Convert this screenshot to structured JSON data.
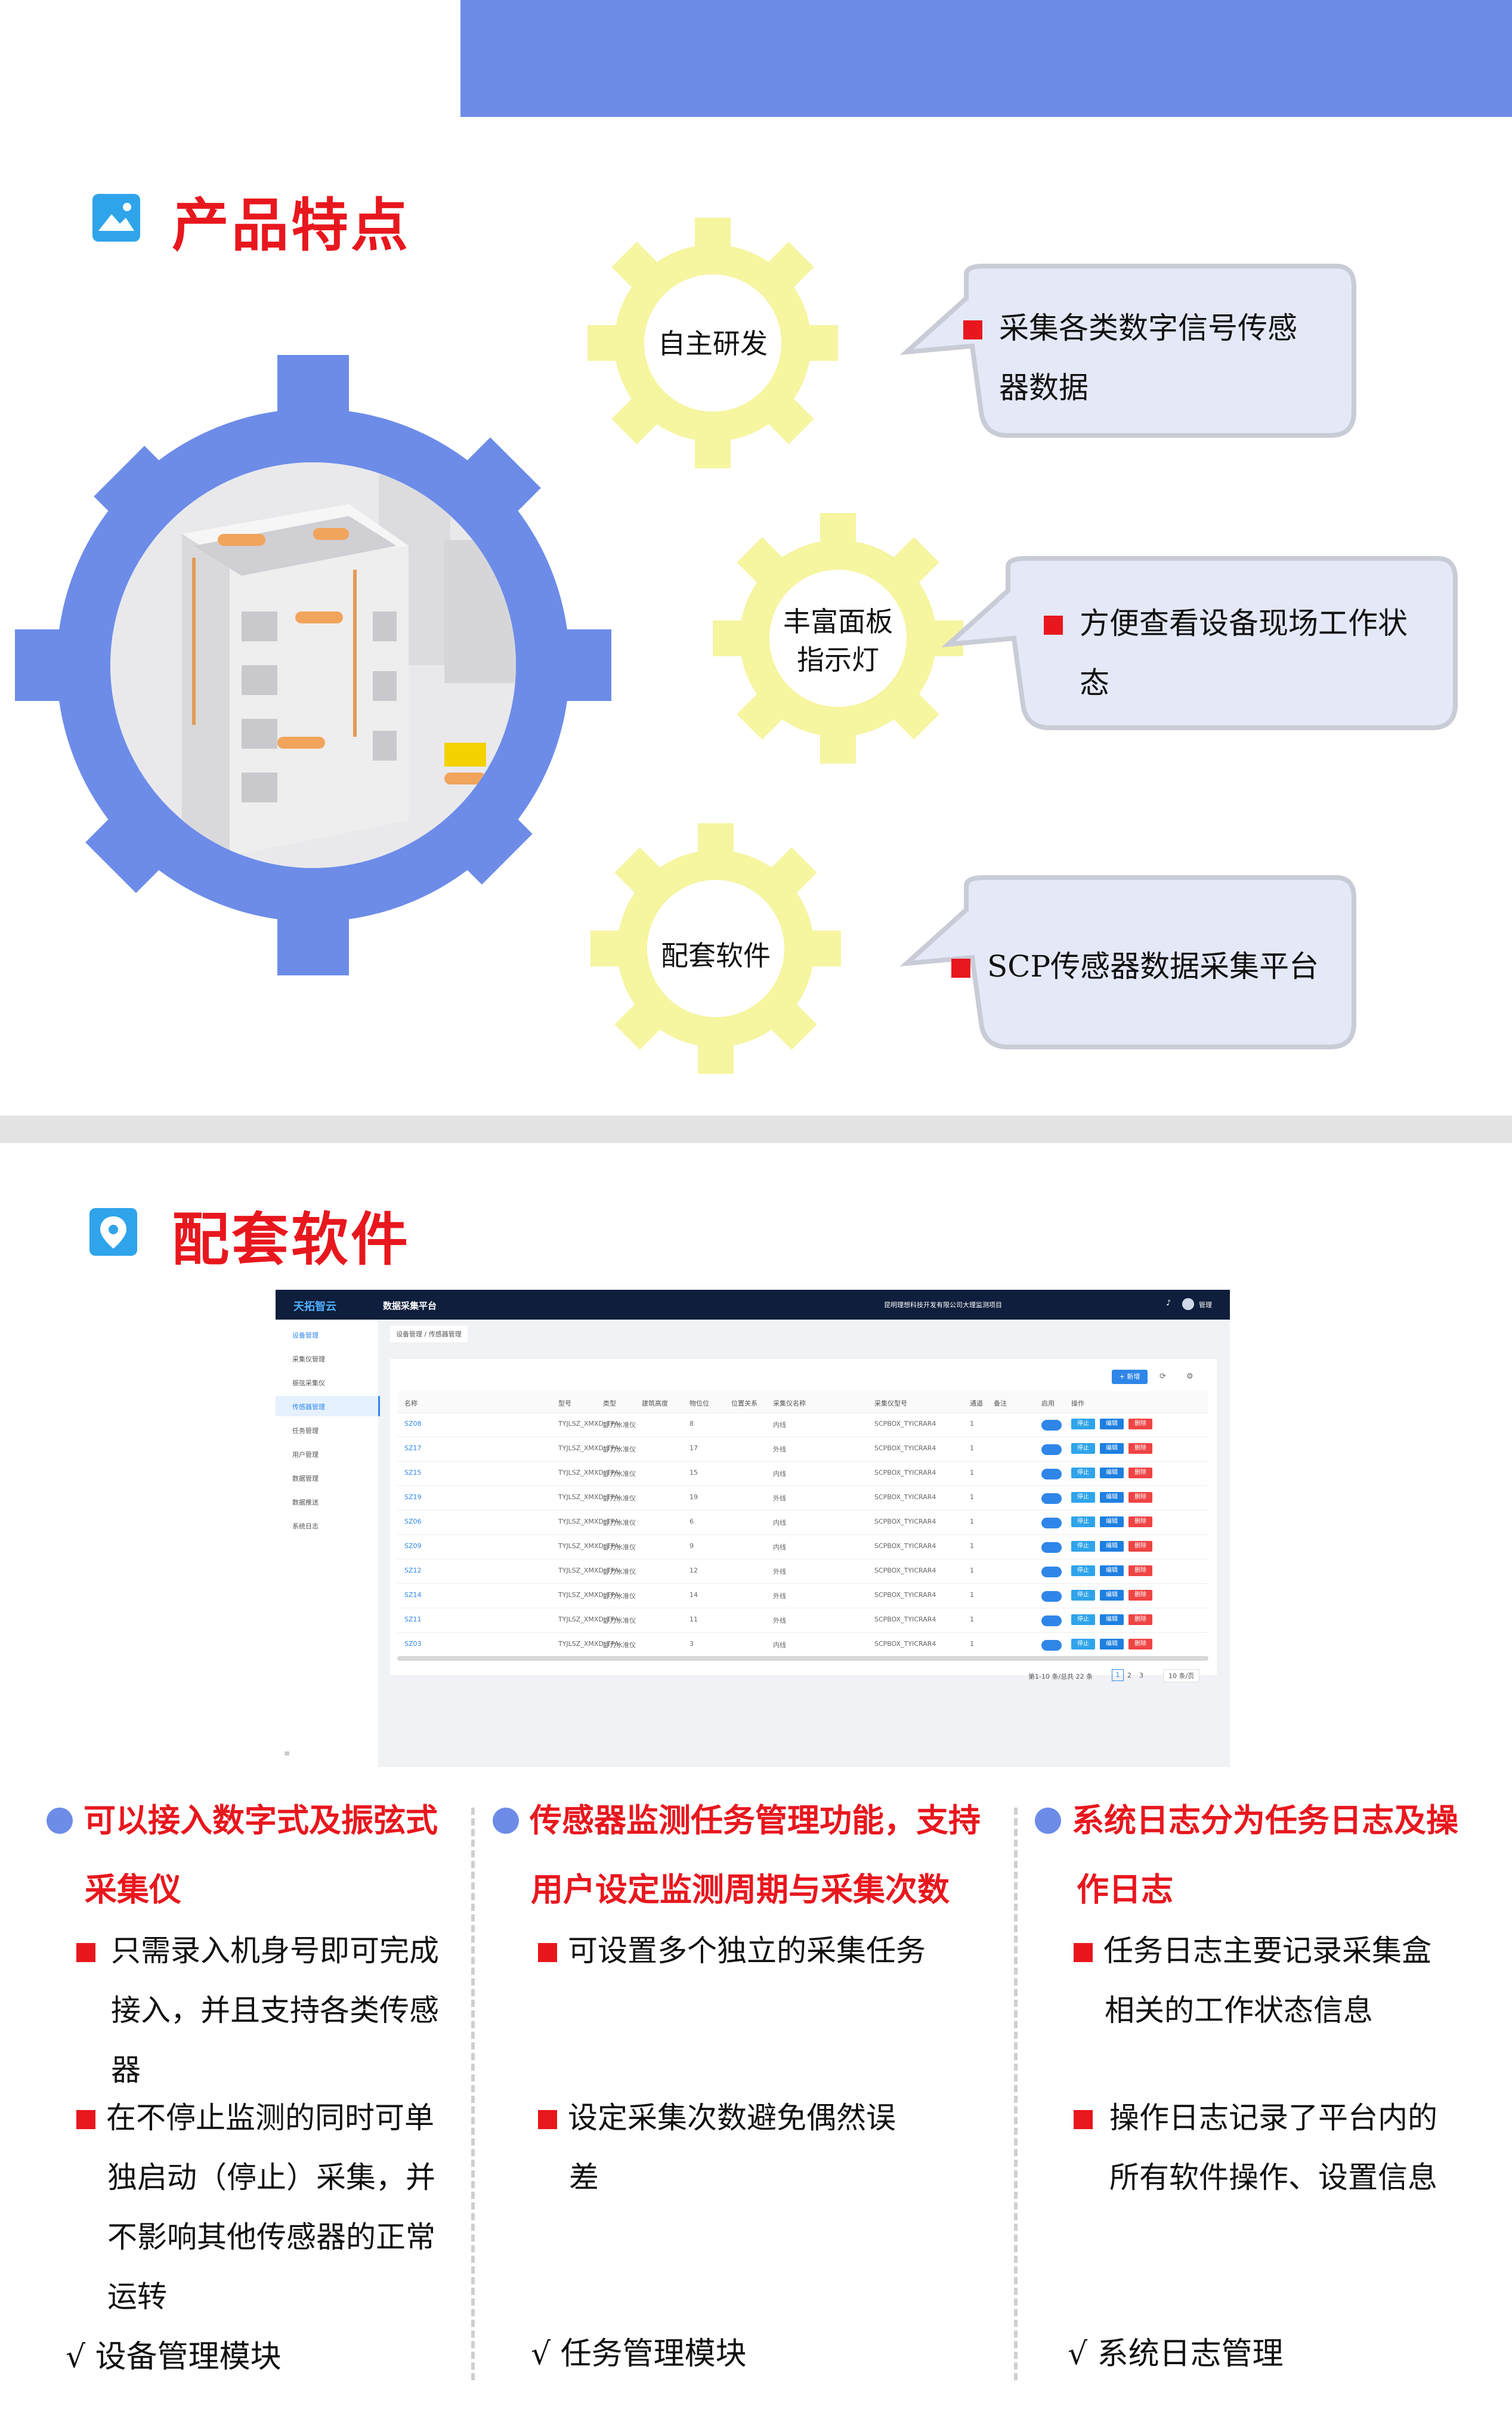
{
  "section1": {
    "title": "产品特点",
    "gears": [
      {
        "label": "自主研发"
      },
      {
        "label": "丰富面板指示灯"
      },
      {
        "label": "配套软件"
      }
    ],
    "bubbles": [
      {
        "line1": "采集各类数字信号传感",
        "line2": "器数据"
      },
      {
        "line1": "方便查看设备现场工作状",
        "line2": "态"
      },
      {
        "line1": "SCP传感器数据采集平台",
        "line2": ""
      }
    ]
  },
  "section2": {
    "title": "配套软件",
    "app": {
      "logo": "天拓智云",
      "app_title": "数据采集平台",
      "company": "昆明理想科技开发有限公司大理监测项目",
      "user": "管理",
      "breadcrumb": "设备管理 / 传感器管理",
      "add_button": "+ 新增",
      "sidebar": [
        "设备管理",
        "采集仪管理",
        "振弦采集仪",
        "传感器管理",
        "任务管理",
        "用户管理",
        "数据管理",
        "数据推送",
        "系统日志"
      ],
      "columns": [
        "名称",
        "型号",
        "类型",
        "建筑高度",
        "物位位",
        "位置关系",
        "采集仪名称",
        "采集仪型号",
        "通道",
        "备注",
        "启用",
        "操作"
      ],
      "rows": [
        {
          "name": "SZ08",
          "model": "TYJLSZ_XMXD_TPA",
          "type": "静力水准仪",
          "pos": "8",
          "rel": "内线",
          "dev": "SCPBOX_TYICRAR4",
          "ch": "1"
        },
        {
          "name": "SZ17",
          "model": "TYJLSZ_XMXD_TPA",
          "type": "静力水准仪",
          "pos": "17",
          "rel": "外线",
          "dev": "SCPBOX_TYICRAR4",
          "ch": "1"
        },
        {
          "name": "SZ15",
          "model": "TYJLSZ_XMXD_TPA",
          "type": "静力水准仪",
          "pos": "15",
          "rel": "内线",
          "dev": "SCPBOX_TYICRAR4",
          "ch": "1"
        },
        {
          "name": "SZ19",
          "model": "TYJLSZ_XMXD_TPA",
          "type": "静力水准仪",
          "pos": "19",
          "rel": "外线",
          "dev": "SCPBOX_TYICRAR4",
          "ch": "1"
        },
        {
          "name": "SZ06",
          "model": "TYJLSZ_XMXD_TPA",
          "type": "静力水准仪",
          "pos": "6",
          "rel": "内线",
          "dev": "SCPBOX_TYICRAR4",
          "ch": "1"
        },
        {
          "name": "SZ09",
          "model": "TYJLSZ_XMXD_TPA",
          "type": "静力水准仪",
          "pos": "9",
          "rel": "内线",
          "dev": "SCPBOX_TYICRAR4",
          "ch": "1"
        },
        {
          "name": "SZ12",
          "model": "TYJLSZ_XMXD_TPA",
          "type": "静力水准仪",
          "pos": "12",
          "rel": "外线",
          "dev": "SCPBOX_TYICRAR4",
          "ch": "1"
        },
        {
          "name": "SZ14",
          "model": "TYJLSZ_XMXD_TPA",
          "type": "静力水准仪",
          "pos": "14",
          "rel": "外线",
          "dev": "SCPBOX_TYICRAR4",
          "ch": "1"
        },
        {
          "name": "SZ11",
          "model": "TYJLSZ_XMXD_TPA",
          "type": "静力水准仪",
          "pos": "11",
          "rel": "外线",
          "dev": "SCPBOX_TYICRAR4",
          "ch": "1"
        },
        {
          "name": "SZ03",
          "model": "TYJLSZ_XMXD_TPA",
          "type": "静力水准仪",
          "pos": "3",
          "rel": "内线",
          "dev": "SCPBOX_TYICRAR4",
          "ch": "1"
        }
      ],
      "row_buttons": [
        "停止",
        "编辑",
        "删除"
      ],
      "pagination": "第1-10 条/总共 22 条",
      "pages": [
        "1",
        "2",
        "3"
      ],
      "page_size": "10 条/页"
    }
  },
  "features": [
    {
      "heading_line1": "可以接入数字式及振弦式",
      "heading_line2": "采集仪",
      "bullet1_lines": [
        "只需录入机身号即可完成",
        "接入，并且支持各类传感",
        "器"
      ],
      "bullet2_lines": [
        "在不停止监测的同时可单",
        "独启动（停止）采集，并",
        "不影响其他传感器的正常",
        "运转"
      ],
      "module": "设备管理模块"
    },
    {
      "heading_line1": "传感器监测任务管理功能，支持",
      "heading_line2": "用户设定监测周期与采集次数",
      "bullet1_lines": [
        "可设置多个独立的采集任务"
      ],
      "bullet2_lines": [
        "设定采集次数避免偶然误",
        "差"
      ],
      "module": "任务管理模块"
    },
    {
      "heading_line1": "系统日志分为任务日志及操",
      "heading_line2": "作日志",
      "bullet1_lines": [
        "任务日志主要记录采集盒",
        "相关的工作状态信息"
      ],
      "bullet2_lines": [
        "操作日志记录了平台内的",
        "所有软件操作、设置信息"
      ],
      "module": "系统日志管理"
    }
  ],
  "colors": {
    "accent_blue": "#6c8ce8",
    "accent_red": "#e8171e",
    "gear_yellow": "#f6f5a0",
    "bubble_fill": "#e4e8f7"
  }
}
